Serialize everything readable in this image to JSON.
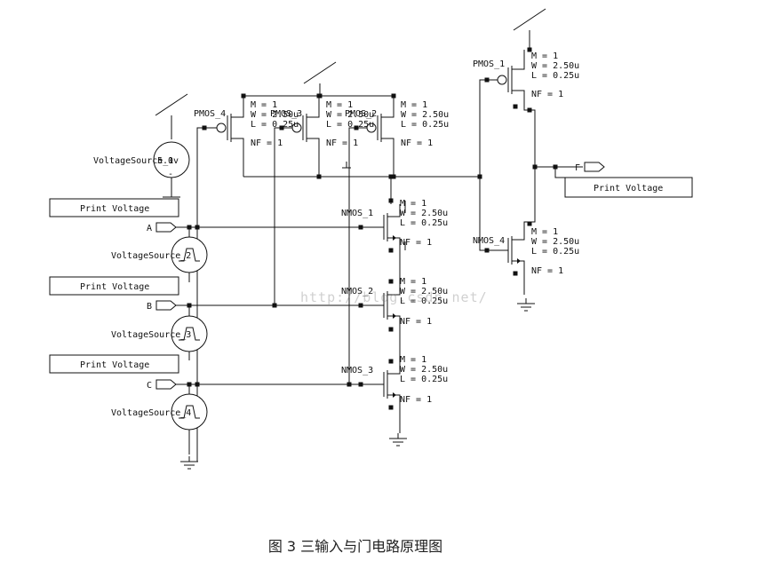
{
  "sources": {
    "vdd": {
      "name": "VoltageSource_1",
      "value": "5.0v"
    },
    "pulses": [
      "VoltageSource_2",
      "VoltageSource_3",
      "VoltageSource_4"
    ]
  },
  "print_voltage_label": "Print Voltage",
  "inputs": [
    "A",
    "B",
    "C"
  ],
  "output": "F",
  "transistors": {
    "pmos_4": "PMOS_4",
    "pmos_3": "PMOS_3",
    "pmos_2": "PMOS_2",
    "pmos_1": "PMOS_1",
    "nmos_1": "NMOS_1",
    "nmos_2": "NMOS_2",
    "nmos_3": "NMOS_3",
    "nmos_4": "NMOS_4"
  },
  "params": {
    "m": "M = 1",
    "w": "W = 2.50u",
    "l": "L = 0.25u",
    "nf": "NF = 1"
  },
  "watermark": "http://blog.csdn.net/",
  "caption": "图 3  三输入与门电路原理图"
}
